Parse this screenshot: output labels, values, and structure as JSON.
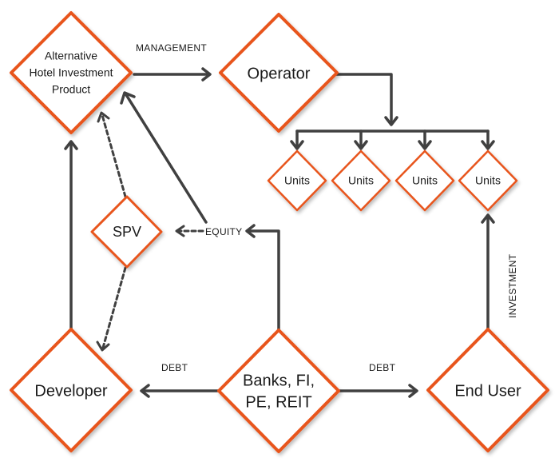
{
  "colors": {
    "node_border": "#e8541e",
    "shadow": "#cfcfcf",
    "arrow": "#404040",
    "text": "#1a1a1a"
  },
  "nodes": {
    "alt_hotel": {
      "lines": [
        "Alternative",
        "Hotel Investment",
        "Product"
      ]
    },
    "operator": {
      "label": "Operator"
    },
    "units": [
      "Units",
      "Units",
      "Units",
      "Units"
    ],
    "spv": {
      "label": "SPV"
    },
    "developer": {
      "label": "Developer"
    },
    "banks": {
      "lines": [
        "Banks, FI,",
        "PE, REIT"
      ]
    },
    "end_user": {
      "label": "End User"
    }
  },
  "edge_labels": {
    "management": "MANAGEMENT",
    "equity": "EQUITY",
    "debt_left": "DEBT",
    "debt_right": "DEBT",
    "investment": "INVESTMENT"
  }
}
